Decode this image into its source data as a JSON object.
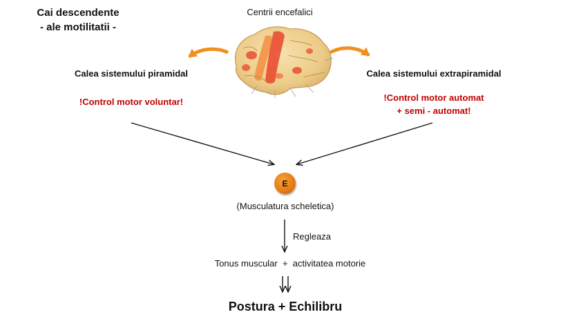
{
  "title": {
    "line1": "Cai descendente",
    "line2": "- ale motilitatii -"
  },
  "brain": {
    "label": "Centrii encefalici"
  },
  "left_path": {
    "label": "Calea sistemului piramidal",
    "note": "!Control motor voluntar!"
  },
  "right_path": {
    "label": "Calea sistemului extrapiramidal",
    "note_line1": "!Control motor automat",
    "note_line2": "+ semi - automat!"
  },
  "effector": {
    "symbol": "E",
    "label": "(Musculatura scheletica)"
  },
  "regulation": {
    "label": "Regleaza",
    "result": "Tonus muscular  +  activitatea motorie"
  },
  "outcome": {
    "label": "Postura + Echilibru"
  },
  "colors": {
    "accent_red": "#c00000",
    "orange_arrow": "#f0901e",
    "effector_orange": "#e57a10",
    "brain_tan": "#f0d49a",
    "brain_red": "#e8452a"
  }
}
